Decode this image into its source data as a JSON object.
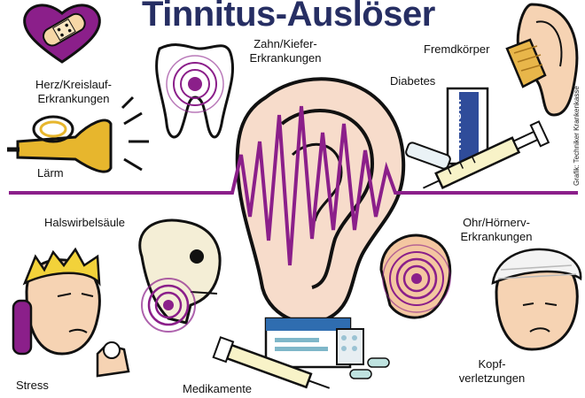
{
  "title": "Tinnitus-Auslöser",
  "credit": "Grafik: Techniker Krankenkasse",
  "colors": {
    "title": "#262e63",
    "accent": "#8b1f8a",
    "skin": "#f6d3b3",
    "ear_skin": "#f7dccb",
    "hair": "#f2d23a",
    "outline": "#111111"
  },
  "insulin_label": "INSULIN",
  "triggers": [
    {
      "label": "Herz/Kreislauf-\nErkrankungen",
      "icon": "heart-with-bandage-icon"
    },
    {
      "label": "Zahn/Kiefer-\nErkrankungen",
      "icon": "tooth-icon"
    },
    {
      "label": "Fremdkörper",
      "icon": "ear-with-plug-icon"
    },
    {
      "label": "Diabetes",
      "icon": "insulin-syringe-icon"
    },
    {
      "label": "Lärm",
      "icon": "horn-icon"
    },
    {
      "label": "Halswirbelsäule",
      "icon": "skull-icon"
    },
    {
      "label": "Ohr/Hörnerv-\nErkrankungen",
      "icon": "inner-ear-icon"
    },
    {
      "label": "Stress",
      "icon": "stressed-man-icon"
    },
    {
      "label": "Medikamente",
      "icon": "medication-icon"
    },
    {
      "label": "Kopf-\nverletzungen",
      "icon": "bandaged-head-icon"
    }
  ]
}
